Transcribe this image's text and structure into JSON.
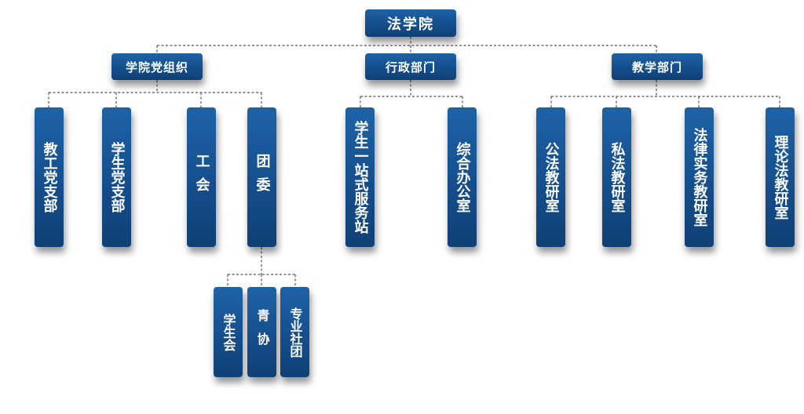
{
  "root": {
    "label": "法学院"
  },
  "level1": [
    {
      "key": "party",
      "label": "学院党组织"
    },
    {
      "key": "admin",
      "label": "行政部门"
    },
    {
      "key": "teaching",
      "label": "教学部门"
    }
  ],
  "party_children": [
    {
      "label": "教工党支部"
    },
    {
      "label": "学生党支部"
    },
    {
      "label": "工会"
    },
    {
      "label": "团委"
    }
  ],
  "admin_children": [
    {
      "label": "学生一站式服务站"
    },
    {
      "label": "综合办公室"
    }
  ],
  "teaching_children": [
    {
      "label": "公法教研室"
    },
    {
      "label": "私法教研室"
    },
    {
      "label": "法律实务教研室"
    },
    {
      "label": "理论法教研室"
    }
  ],
  "youth_children": [
    {
      "label": "学生会"
    },
    {
      "label": "青协"
    },
    {
      "label": "专业社团"
    }
  ],
  "colors": {
    "box_fill": "#17539a",
    "box_text": "#ffffff",
    "connector": "#555555",
    "background": "#ffffff"
  }
}
